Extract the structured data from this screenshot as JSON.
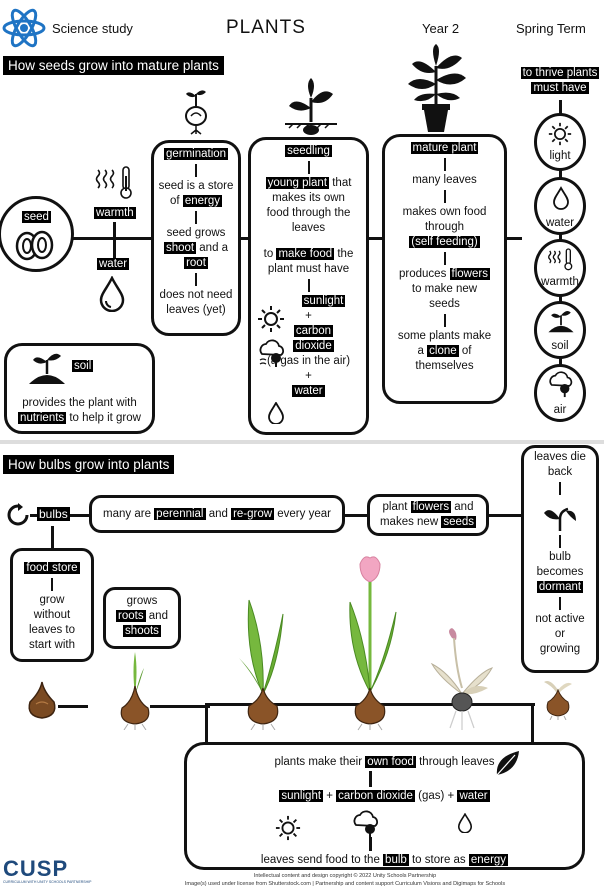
{
  "header": {
    "subject": "Science study",
    "title": "PLANTS",
    "year": "Year 2",
    "term": "Spring Term"
  },
  "seeds": {
    "banner": "How seeds grow into mature plants",
    "seed_label": "seed",
    "warmth_label": "warmth",
    "water_label": "water",
    "soil_box": {
      "title": "soil",
      "line1": "provides the plant with",
      "hl": "nutrients",
      "line2": " to help it grow"
    },
    "germination": {
      "title": "germination",
      "t1": "seed is a store",
      "t2a": "of ",
      "t2hl": "energy",
      "t3": "seed grows",
      "t4hl": "shoot",
      "t4b": " and a",
      "t5hl": "root",
      "t6": "does not need",
      "t7": "leaves (yet)"
    },
    "seedling": {
      "title": "seedling",
      "t1hl": "young plant",
      "t1b": " that",
      "t2": "makes its own",
      "t3": "food through the",
      "t4": "leaves",
      "t5a": "to ",
      "t5hl": "make food",
      "t5b": " the",
      "t6": "plant must have",
      "sunlight": "sunlight",
      "plus1": "+",
      "carbon": "carbon",
      "dioxide": "dioxide",
      "gas": "(a gas in the air)",
      "plus2": "+",
      "water": "water"
    },
    "mature": {
      "title": "mature plant",
      "t1": "many leaves",
      "t2": "makes own food",
      "t3": "through",
      "t4hl": "(self feeding)",
      "t5a": "produces ",
      "t5hl": "flowers",
      "t6": "to make new",
      "t7": "seeds",
      "t8": "some plants make",
      "t9a": "a ",
      "t9hl": "clone",
      "t9b": " of",
      "t10": "themselves"
    },
    "thrive": {
      "title1": "to thrive plants",
      "title2": "must have",
      "items": [
        "light",
        "water",
        "warmth",
        "soil",
        "air"
      ]
    }
  },
  "bulbs": {
    "banner": "How bulbs grow into plants",
    "bulbs_label": "bulbs",
    "perennial": {
      "a": "many are ",
      "hl1": "perennial",
      "b": " and ",
      "hl2": "re-grow",
      "c": " every year"
    },
    "plant": {
      "a": "plant ",
      "hl1": "flowers",
      "b": " and",
      "c": "makes new ",
      "hl2": "seeds"
    },
    "leaves_die": {
      "t1": "leaves die",
      "t2": "back",
      "t3": "bulb",
      "t4": "becomes",
      "t5hl": "dormant",
      "t6": "not active",
      "t7": "or",
      "t8": "growing"
    },
    "food_store": {
      "title": "food store",
      "t1": "grow",
      "t2": "without",
      "t3": "leaves to",
      "t4": "start with"
    },
    "grows": {
      "t1": "grows",
      "hl1": "roots",
      "b": " and",
      "hl2": "shoots"
    },
    "food_box": {
      "t1a": "plants make their ",
      "t1hl": "own food",
      "t1b": " through leaves",
      "sunlight": "sunlight",
      "plus": " + ",
      "carbon": "carbon dioxide",
      "gas": " (gas) + ",
      "water": "water",
      "t3a": "leaves send food to the ",
      "t3hl": "bulb",
      "t3b": " to store as ",
      "t3hl2": "energy"
    }
  },
  "footer": {
    "logo": "CUSP",
    "logo_sub": "CURRICULUM WITH UNITY SCHOOLS PARTNERSHIP",
    "line1": "Intellectual content and design copyright © 2022 Unity Schools Partnership",
    "line2": "Image(s) used under license from Shutterstock.com | Partnership and content support Curriculum Visions and Digimaps for Schools"
  },
  "colors": {
    "accent_blue": "#1f74c4",
    "tulip_pink": "#f2a6c2",
    "leaf_green": "#76b83e"
  }
}
